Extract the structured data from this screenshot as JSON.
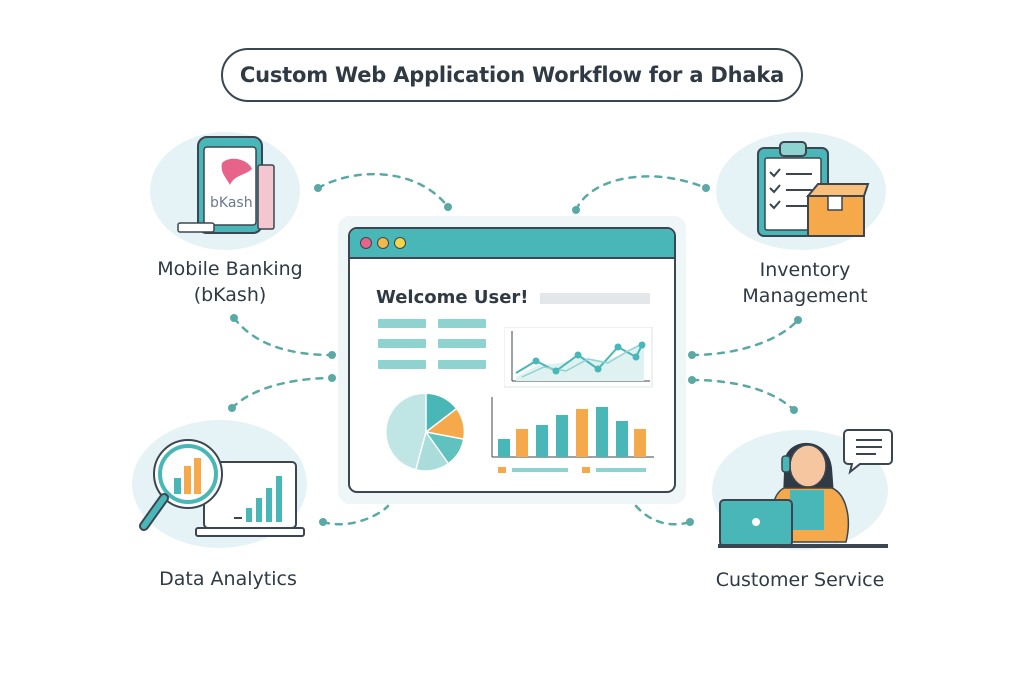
{
  "title": "Custom Web Application Workflow for a Dhaka",
  "center_window": {
    "welcome": "Welcome User!"
  },
  "nodes": {
    "mobile_banking": {
      "label_line1": "Mobile Banking",
      "label_line2": "(bKash)",
      "logo_text": "bKash",
      "icon": "phone-payment-icon"
    },
    "inventory": {
      "label_line1": "Inventory",
      "label_line2": "Management",
      "icon": "clipboard-box-icon"
    },
    "analytics": {
      "label": "Data Analytics",
      "icon": "magnifier-chart-icon"
    },
    "customer_service": {
      "label": "Customer Service",
      "icon": "support-agent-icon"
    }
  },
  "colors": {
    "teal": "#49b7b7",
    "light_teal": "#8fd3d0",
    "orange": "#f6a94a",
    "dark": "#3b4651",
    "blob": "#e6f3f6"
  }
}
